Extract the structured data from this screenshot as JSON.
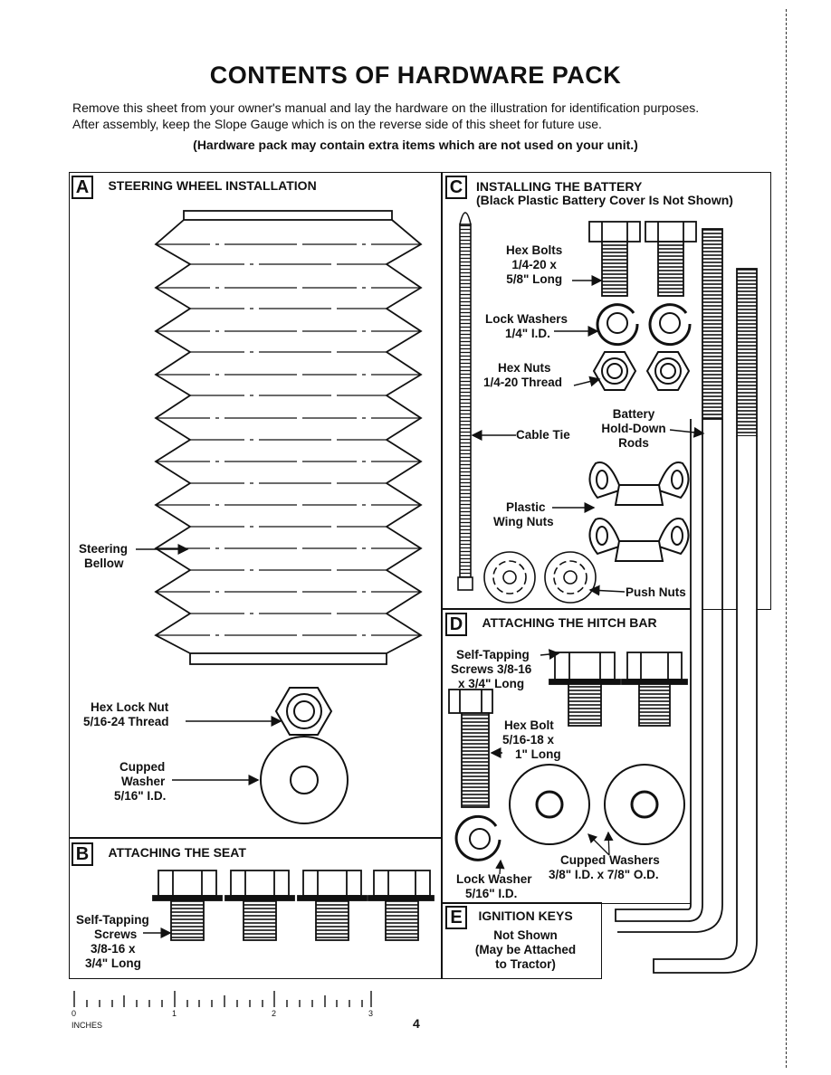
{
  "page": {
    "title": "CONTENTS OF HARDWARE PACK",
    "intro_line1": "Remove this sheet from your owner's manual and lay the hardware on the illustration for identification purposes.",
    "intro_line2": "After assembly, keep the Slope Gauge which is on the reverse side of this sheet for future use.",
    "note": "(Hardware pack may contain extra items which are not used on your unit.)",
    "page_number": "4"
  },
  "sections": {
    "a": {
      "letter": "A",
      "title": "STEERING WHEEL INSTALLATION"
    },
    "b": {
      "letter": "B",
      "title": "ATTACHING THE SEAT"
    },
    "c": {
      "letter": "C",
      "title": "INSTALLING THE BATTERY",
      "subtitle": "(Black Plastic Battery Cover Is Not Shown)"
    },
    "d": {
      "letter": "D",
      "title": "ATTACHING THE HITCH BAR"
    },
    "e": {
      "letter": "E",
      "title": "IGNITION KEYS"
    }
  },
  "labels": {
    "steering_bellow_1": "Steering",
    "steering_bellow_2": "Bellow",
    "hex_lock_nut_1": "Hex Lock Nut",
    "hex_lock_nut_2": "5/16-24 Thread",
    "cupped_washer_1": "Cupped",
    "cupped_washer_2": "Washer",
    "cupped_washer_3": "5/16\" I.D.",
    "seat_screws_1": "Self-Tapping",
    "seat_screws_2": "Screws",
    "seat_screws_3": "3/8-16 x",
    "seat_screws_4": "3/4\" Long",
    "hex_bolts_1": "Hex Bolts",
    "hex_bolts_2": "1/4-20 x",
    "hex_bolts_3": "5/8\" Long",
    "lock_washers_1": "Lock Washers",
    "lock_washers_2": "1/4\" I.D.",
    "hex_nuts_1": "Hex Nuts",
    "hex_nuts_2": "1/4-20 Thread",
    "cable_tie": "Cable Tie",
    "battery_rods_1": "Battery",
    "battery_rods_2": "Hold-Down",
    "battery_rods_3": "Rods",
    "wing_nuts_1": "Plastic",
    "wing_nuts_2": "Wing Nuts",
    "push_nuts": "Push Nuts",
    "hitch_screws_1": "Self-Tapping",
    "hitch_screws_2": "Screws 3/8-16",
    "hitch_screws_3": "x 3/4\" Long",
    "hitch_bolt_1": "Hex Bolt",
    "hitch_bolt_2": "5/16-18 x",
    "hitch_bolt_3": "1\" Long",
    "cupped_washers_1": "Cupped Washers",
    "cupped_washers_2": "3/8\" I.D. x 7/8\" O.D.",
    "lock_washer_1": "Lock Washer",
    "lock_washer_2": "5/16\" I.D.",
    "keys_1": "Not Shown",
    "keys_2": "(May be Attached",
    "keys_3": "to Tractor)"
  },
  "ruler": {
    "ticks": [
      "0",
      "1",
      "2",
      "3"
    ],
    "unit": "INCHES"
  }
}
